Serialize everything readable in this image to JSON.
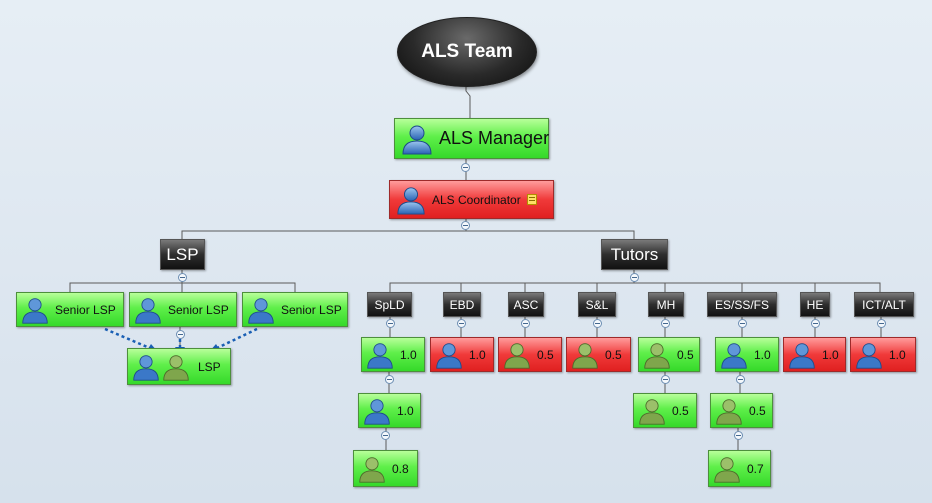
{
  "root": {
    "label": "ALS Team"
  },
  "manager": {
    "label": "ALS Manager",
    "color": "#4cea3c"
  },
  "coordinator": {
    "label": "ALS Coordinator",
    "color": "#ee2a2a",
    "note_icon": "note-icon"
  },
  "branches": {
    "lsp": {
      "label": "LSP",
      "children": [
        {
          "label": "Senior LSP"
        },
        {
          "label": "Senior LSP"
        },
        {
          "label": "Senior LSP"
        }
      ],
      "shared_child": {
        "label": "LSP"
      }
    },
    "tutors": {
      "label": "Tutors",
      "groups": [
        {
          "label": "SpLD",
          "people": [
            "1.0",
            "1.0",
            "0.8"
          ]
        },
        {
          "label": "EBD",
          "people": [
            "1.0"
          ]
        },
        {
          "label": "ASC",
          "people": [
            "0.5"
          ]
        },
        {
          "label": "S&L",
          "people": [
            "0.5"
          ]
        },
        {
          "label": "MH",
          "people": [
            "0.5",
            "0.5"
          ]
        },
        {
          "label": "ES/SS/FS",
          "people": [
            "1.0",
            "0.5",
            "0.7"
          ]
        },
        {
          "label": "HE",
          "people": [
            "1.0"
          ]
        },
        {
          "label": "ICT/ALT",
          "people": [
            "1.0"
          ]
        }
      ]
    }
  },
  "colors": {
    "green": "#4cea3c",
    "red": "#ee2a2a",
    "dark": "#222222",
    "connector": "#5a5a5a",
    "dotted_arrow": "#1a5fb4"
  }
}
